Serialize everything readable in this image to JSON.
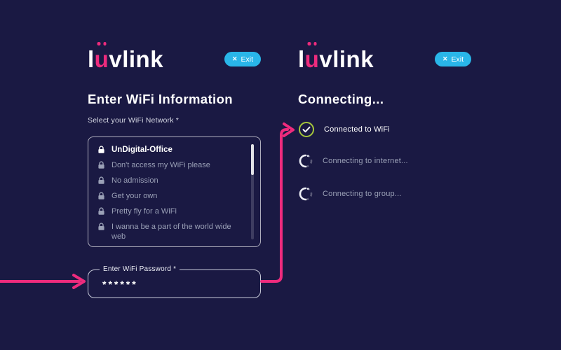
{
  "colors": {
    "background": "#1a1943",
    "accent_pink": "#ee2b7d",
    "accent_cyan": "#29b6e9",
    "success_green": "#a5c63c",
    "muted_text": "#9aa0b6"
  },
  "logo": {
    "part1": "l",
    "part2": "u",
    "part3": "vlink"
  },
  "exit_button": {
    "icon": "✕",
    "label": "Exit"
  },
  "left_screen": {
    "heading": "Enter WiFi Information",
    "network_label": "Select your WiFi Network *",
    "networks": [
      {
        "label": "UnDigital-Office",
        "selected": true
      },
      {
        "label": "Don't access my WiFi please",
        "selected": false
      },
      {
        "label": "No admission",
        "selected": false
      },
      {
        "label": "Get your own",
        "selected": false
      },
      {
        "label": "Pretty fly for a WiFi",
        "selected": false
      },
      {
        "label": "I wanna be a part of the world wide web",
        "selected": false
      }
    ],
    "password_field": {
      "label": "Enter WiFi Password *",
      "value": "******"
    }
  },
  "right_screen": {
    "heading": "Connecting...",
    "statuses": [
      {
        "label": "Connected to WiFi",
        "state": "done"
      },
      {
        "label": "Connecting to internet...",
        "state": "loading"
      },
      {
        "label": "Connecting to group...",
        "state": "loading"
      }
    ]
  }
}
